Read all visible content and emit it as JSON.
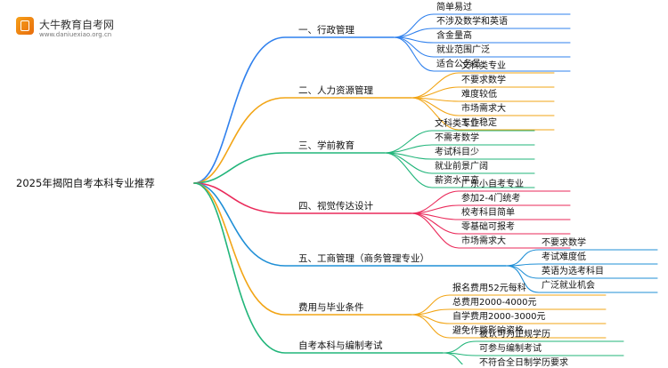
{
  "brand": {
    "name": "大牛教育自考网",
    "url": "www.daniuexiao.org.cn"
  },
  "root": {
    "label": "2025年揭阳自考本科专业推荐"
  },
  "branches": [
    {
      "label": "一、行政管理",
      "color": "#2f80ed",
      "children": [
        "简单易过",
        "不涉及数学和英语",
        "含金量高",
        "就业范围广泛",
        "适合公务员"
      ]
    },
    {
      "label": "二、人力资源管理",
      "color": "#f2a516",
      "children": [
        "文科类专业",
        "不要求数学",
        "难度较低",
        "市场需求大",
        "工作稳定"
      ]
    },
    {
      "label": "三、学前教育",
      "color": "#21b57a",
      "children": [
        "文科类专业",
        "不需考数学",
        "考试科目少",
        "就业前景广阔",
        "薪资水平高"
      ]
    },
    {
      "label": "四、视觉传达设计",
      "color": "#ea2a5a",
      "children": [
        "广东小自考专业",
        "参加2-4门统考",
        "校考科目简单",
        "零基础可报考",
        "市场需求大"
      ]
    },
    {
      "label": "五、工商管理（商务管理专业）",
      "color": "#1f8fd6",
      "children": [
        "不要求数学",
        "考试难度低",
        "英语为选考科目",
        "广泛就业机会"
      ]
    },
    {
      "label": "费用与毕业条件",
      "color": "#f2a516",
      "children": [
        "报名费用52元每科",
        "总费用2000-4000元",
        "自学费用2000-3000元",
        "避免作弊影响资格"
      ]
    },
    {
      "label": "自考本科与编制考试",
      "color": "#21b57a",
      "children": [
        "被认可为正规学历",
        "可参与编制考试",
        "不符合全日制学历要求"
      ]
    }
  ]
}
